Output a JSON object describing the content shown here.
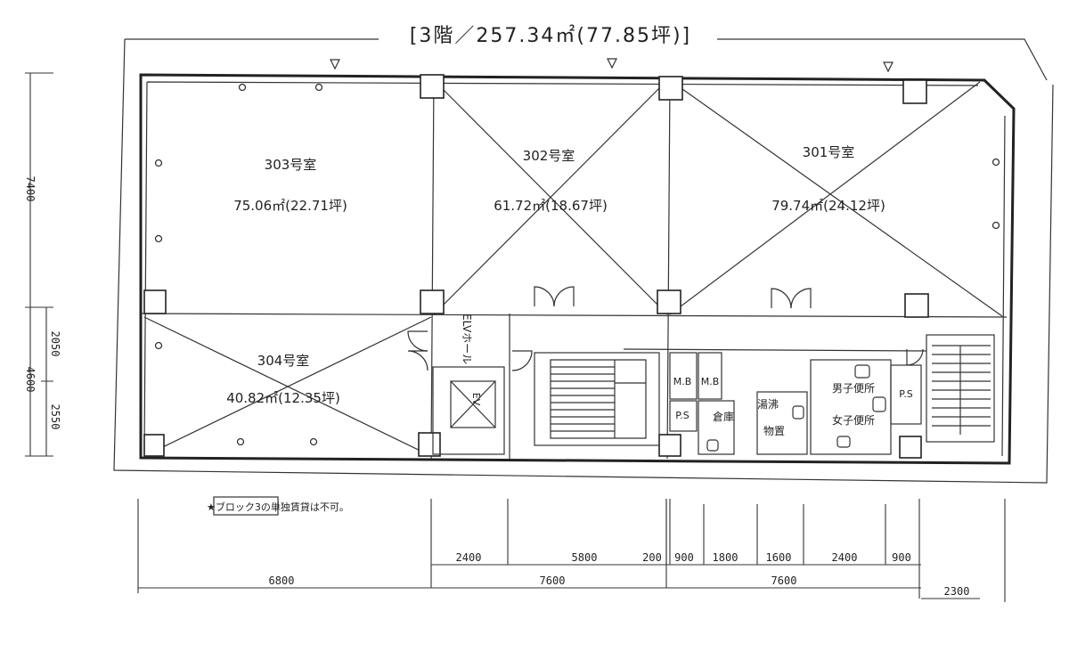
{
  "floor_title": "[3階／257.34㎡(77.85坪)]",
  "rooms": [
    {
      "name": "303号室",
      "area": "75.06㎡(22.71坪)"
    },
    {
      "name": "302号室",
      "area": "61.72㎡(18.67坪)"
    },
    {
      "name": "301号室",
      "area": "79.74㎡(24.12坪)"
    },
    {
      "name": "304号室",
      "area": "40.82㎡(12.35坪)"
    }
  ],
  "facility_labels": {
    "elv_hall": "ELVホール",
    "ev": "EV",
    "mb1": "M.B",
    "mb2": "M.B",
    "ps1": "P.S",
    "ps2": "P.S",
    "storage": "倉庫",
    "closet": "物置",
    "wc_m": "男子便所",
    "wc_f": "女子便所",
    "pantry": "湯沸"
  },
  "note": "★ブロック3の単独賃貸は不可。",
  "dimensions": {
    "left": [
      "7400",
      "2050",
      "4600",
      "2550"
    ],
    "bottom_top_row": [
      "2400",
      "5800",
      "200",
      "900",
      "1800",
      "1600",
      "2400",
      "900"
    ],
    "bottom_row": [
      "6800",
      "7600",
      "7600"
    ],
    "bottom_extra": "2300"
  },
  "icons": [
    "window-marker-icon",
    "column-icon",
    "door-swing-icon",
    "stair-icon",
    "ev-car-icon"
  ]
}
